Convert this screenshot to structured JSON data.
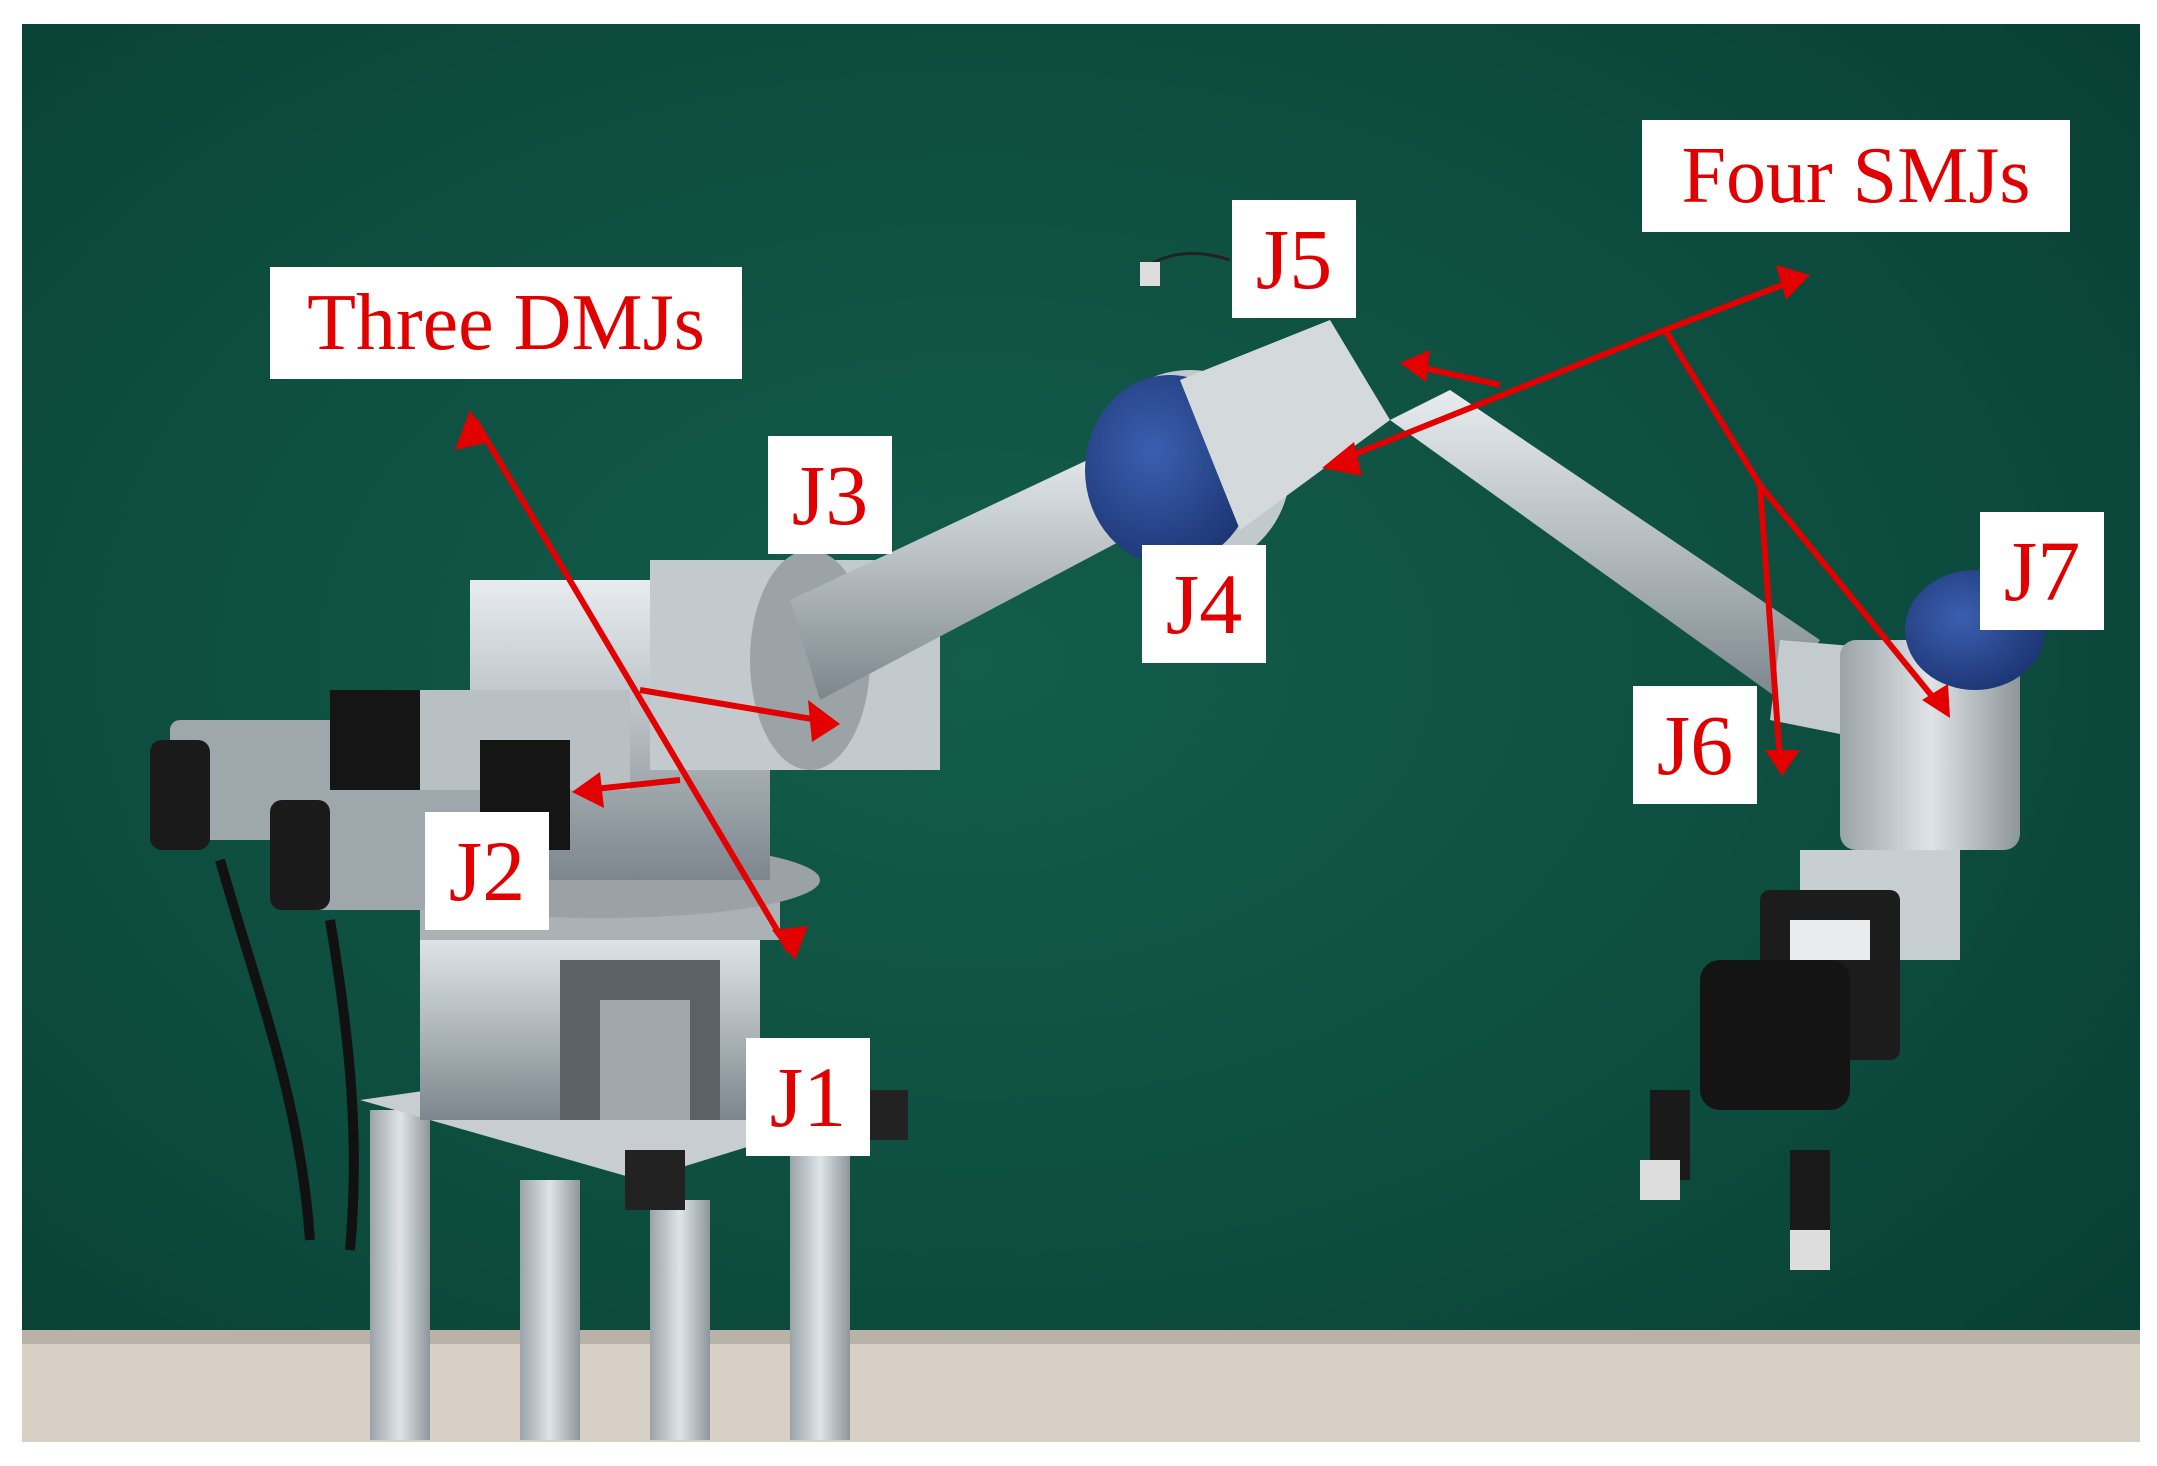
{
  "image": {
    "kind": "photo",
    "subject": "7-joint robotic arm mounted on aluminum frame against green background",
    "colors": {
      "background_wall": "#0b4a3c",
      "floor": "#d9d2c8",
      "label_text": "#e00000",
      "arrow": "#e30000",
      "label_box": "#ffffff"
    }
  },
  "labels": {
    "three_dmjs": "Three DMJs",
    "four_smjs": "Four SMJs",
    "j1": "J1",
    "j2": "J2",
    "j3": "J3",
    "j4": "J4",
    "j5": "J5",
    "j6": "J6",
    "j7": "J7"
  }
}
